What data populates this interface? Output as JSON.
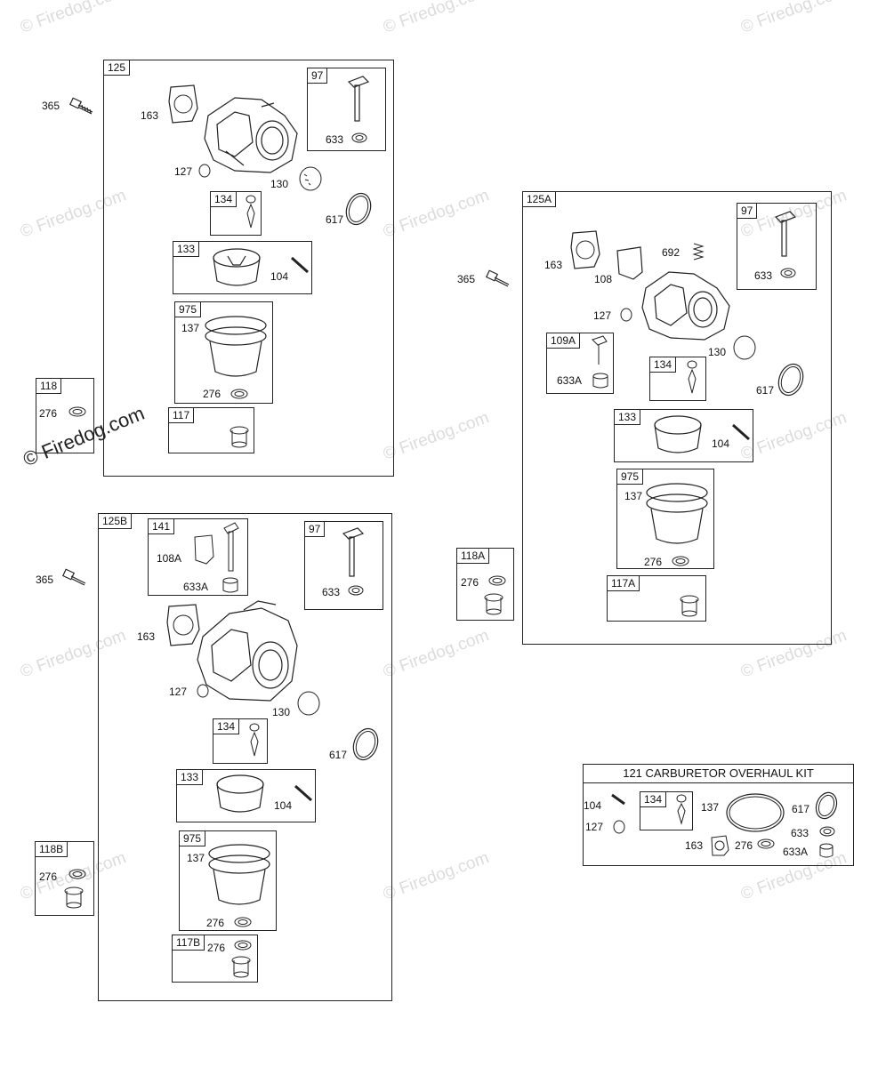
{
  "watermark": "© Firedog.com",
  "kit_title": "121 CARBURETOR OVERHAUL KIT",
  "labels": {
    "p125": "125",
    "p125A": "125A",
    "p125B": "125B",
    "p97": "97",
    "p633": "633",
    "p633A": "633A",
    "p365": "365",
    "p163": "163",
    "p127": "127",
    "p130": "130",
    "p134": "134",
    "p617": "617",
    "p133": "133",
    "p104": "104",
    "p975": "975",
    "p137": "137",
    "p276": "276",
    "p118": "118",
    "p118A": "118A",
    "p118B": "118B",
    "p117": "117",
    "p117A": "117A",
    "p117B": "117B",
    "p108": "108",
    "p108A": "108A",
    "p692": "692",
    "p109A": "109A",
    "p141": "141"
  }
}
